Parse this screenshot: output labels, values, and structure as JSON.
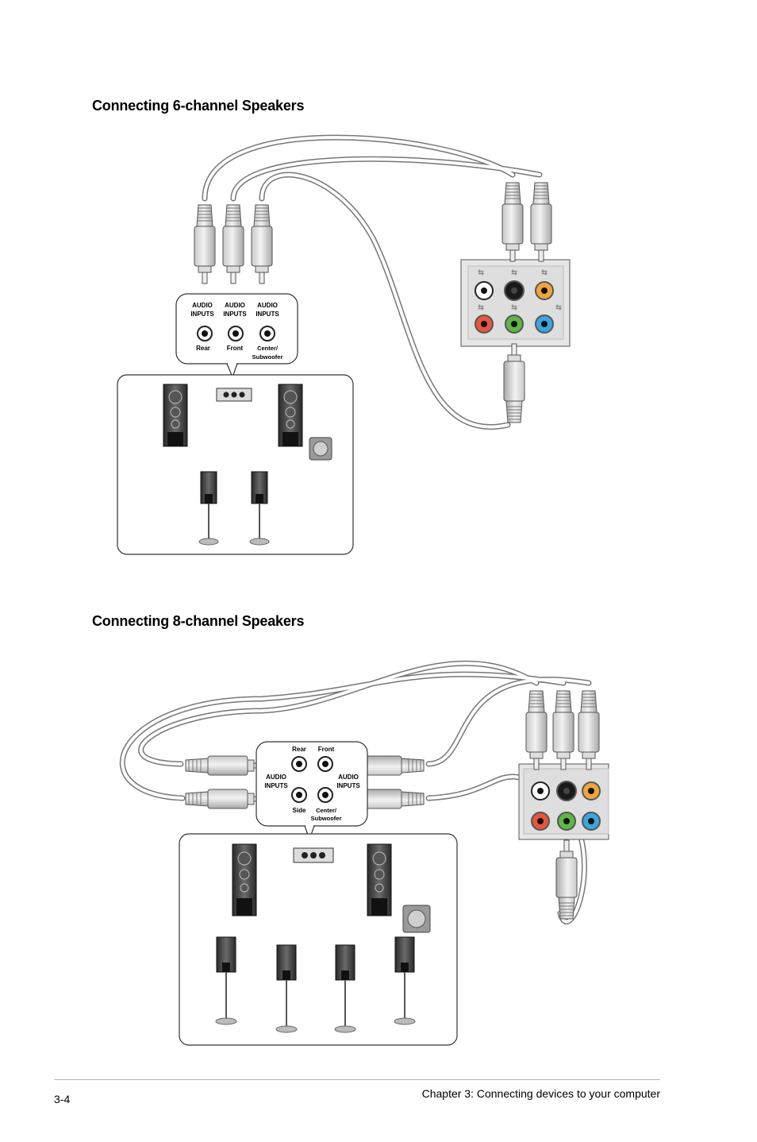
{
  "section_6ch": {
    "heading": "Connecting 6-channel Speakers",
    "input_labels": [
      "AUDIO",
      "INPUTS",
      "AUDIO",
      "INPUTS",
      "AUDIO",
      "INPUTS"
    ],
    "port_labels": [
      "Rear",
      "Front",
      "Center/",
      "Subwoofer"
    ]
  },
  "section_8ch": {
    "heading": "Connecting 8-channel Speakers",
    "top_labels": [
      "Rear",
      "Front"
    ],
    "input_labels": [
      "AUDIO",
      "INPUTS",
      "AUDIO",
      "INPUTS"
    ],
    "bottom_labels": [
      "Side",
      "Center/",
      "Subwoofer"
    ]
  },
  "jack_colors": {
    "light_blue": "#3aa6dd",
    "lime": "#5fb746",
    "pink": "#e8553f",
    "orange": "#f0a53a",
    "black": "#1a1a1a",
    "gray": "#ffffff"
  },
  "footer": {
    "page_number": "3-4",
    "chapter_title": "Chapter 3: Connecting devices to your computer"
  }
}
